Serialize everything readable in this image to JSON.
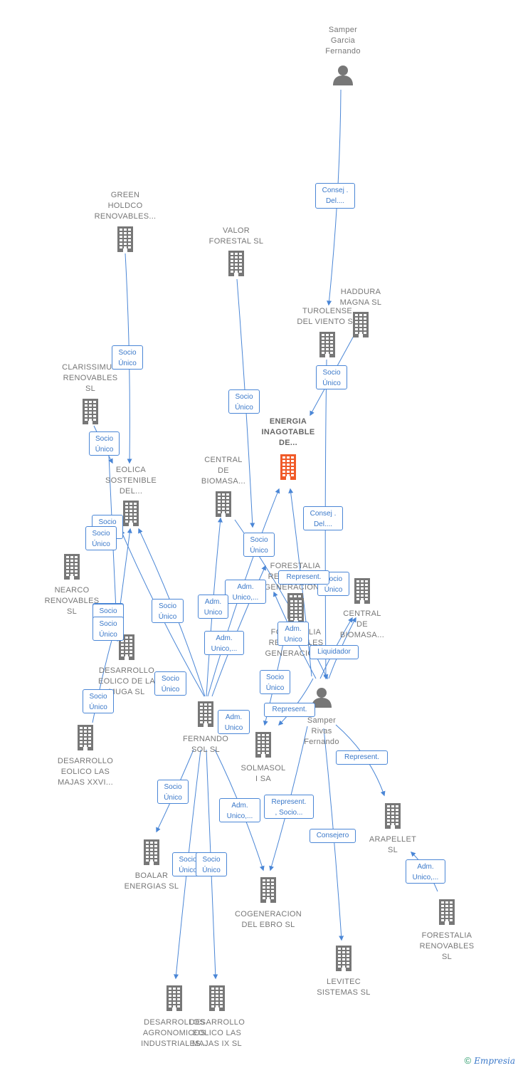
{
  "colors": {
    "edge": "#4a86d6",
    "node": "#777777",
    "focus": "#f05a28",
    "badge_text": "#3a78c9"
  },
  "nodes": [
    {
      "id": "samper_garcia",
      "label": "Samper\nGarcia\nFernando",
      "icon": "person-icon"
    },
    {
      "id": "green_holdco",
      "label": "GREEN\nHOLDCO\nRENOVABLES...",
      "icon": "building-icon"
    },
    {
      "id": "valor_forestal",
      "label": "VALOR\nFORESTAL SL",
      "icon": "building-icon"
    },
    {
      "id": "haddura",
      "label": "HADDURA\nMAGNA  SL",
      "icon": "building-icon"
    },
    {
      "id": "turolense",
      "label": "TUROLENSE\nDEL VIENTO SL",
      "icon": "building-icon"
    },
    {
      "id": "clarissimum",
      "label": "CLARISSIMUM\nRENOVABLES\nSL",
      "icon": "building-icon"
    },
    {
      "id": "energia",
      "label": "ENERGIA\nINAGOTABLE\nDE...",
      "icon": "building-icon",
      "focus": true
    },
    {
      "id": "eolica",
      "label": "EOLICA\nSOSTENIBLE\nDEL...",
      "icon": "building-icon"
    },
    {
      "id": "central_biomasa_1",
      "label": "CENTRAL\nDE\nBIOMASA...",
      "icon": "building-icon"
    },
    {
      "id": "nearco",
      "label": "NEARCO\nRENOVABLES\nSL",
      "icon": "building-icon"
    },
    {
      "id": "forestalia_gen_1",
      "label": "FORESTALIA\nRENOVABLES\nGENERACION...",
      "icon": "building-icon"
    },
    {
      "id": "central_biomasa_2",
      "label": "CENTRAL\nDE\nBIOMASA...",
      "icon": "building-icon"
    },
    {
      "id": "forestalia_gen_2",
      "label": "FORESTALIA\nRENOVABLES\nGENERACION...",
      "icon": "building-icon"
    },
    {
      "id": "desarrollo_muga",
      "label": "DESARROLLO\nEOLICO DE LA\nMUGA SL",
      "icon": "building-icon"
    },
    {
      "id": "samper_rivas",
      "label": "Samper\nRivas\nFernando",
      "icon": "person-icon"
    },
    {
      "id": "fernando_sol",
      "label": "FERNANDO\nSOL SL",
      "icon": "building-icon"
    },
    {
      "id": "desarrollo_xxvi",
      "label": "DESARROLLO\nEOLICO LAS\nMAJAS XXVI...",
      "icon": "building-icon"
    },
    {
      "id": "solmasol",
      "label": "SOLMASOL\nI SA",
      "icon": "building-icon"
    },
    {
      "id": "arapellet",
      "label": "ARAPELLET\nSL",
      "icon": "building-icon"
    },
    {
      "id": "boalar",
      "label": "BOALAR\nENERGIAS  SL",
      "icon": "building-icon"
    },
    {
      "id": "cogeneracion",
      "label": "COGENERACION\nDEL EBRO  SL",
      "icon": "building-icon"
    },
    {
      "id": "forestalia_renovables",
      "label": "FORESTALIA\nRENOVABLES\nSL",
      "icon": "building-icon"
    },
    {
      "id": "levitec",
      "label": "LEVITEC\nSISTEMAS  SL",
      "icon": "building-icon"
    },
    {
      "id": "desarrollos_agro",
      "label": "DESARROLLOS\nAGRONOMICOS\nINDUSTRIALES...",
      "icon": "building-icon"
    },
    {
      "id": "desarrollo_ix",
      "label": "DESARROLLO\nEOLICO LAS\nMAJAS IX  SL",
      "icon": "building-icon"
    }
  ],
  "badges": [
    "Consej .\nDel....",
    "Socio\nÚnico",
    "Socio\nÚnico",
    "Socio\nÚnico",
    "Socio\nÚnico",
    "Consej .\nDel....",
    "Socio\nÚnico",
    "Socio\nÚnico",
    "Socio\nÚnico",
    "Represent.",
    "Socio\nÚnico",
    "Adm.\nUnico,...",
    "Socio\nÚnico",
    "Adm.\nUnico",
    "Socio\nÚnico",
    "Adm.\nUnico",
    "Liquidador",
    "Socio\nÚnico",
    "Socio\nÚnico",
    "Adm.\nUnico,...",
    "Socio\nÚnico",
    "Socio\nÚnico",
    "Socio\nÚnico",
    "Represent.",
    "Adm.\nUnico",
    "Represent.",
    "Socio\nÚnico",
    "Adm.\nUnico,...",
    "Represent.\n, Socio...",
    "Consejero",
    "Socio\nÚnico",
    "Socio\nÚnico",
    "Adm.\nUnico,..."
  ],
  "footer": {
    "copyright": "©",
    "brand": "Empresia"
  }
}
